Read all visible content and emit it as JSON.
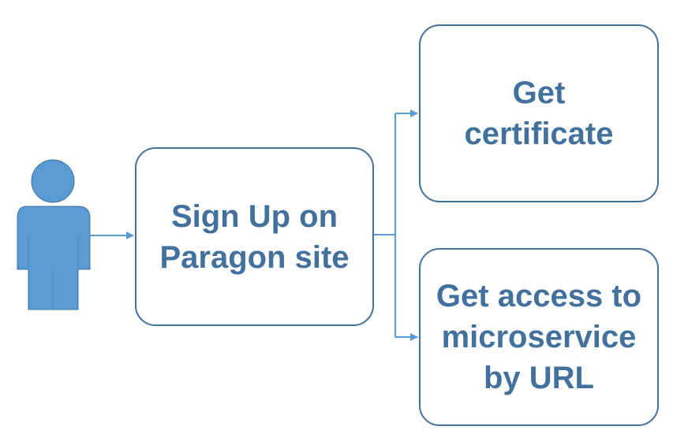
{
  "diagram": {
    "nodes": {
      "signup": {
        "label": "Sign Up on\nParagon site"
      },
      "certificate": {
        "label": "Get\ncertificate"
      },
      "access": {
        "label": "Get access to\nmicroservice\nby URL"
      }
    },
    "edges": [
      {
        "from": "user",
        "to": "signup"
      },
      {
        "from": "signup",
        "to": "certificate"
      },
      {
        "from": "signup",
        "to": "access"
      }
    ],
    "colors": {
      "accent": "#41719c",
      "connector": "#5b9bd5",
      "person": "#5b9bd5",
      "person_outline": "#41719c"
    },
    "icons": {
      "actor": "person-icon"
    }
  }
}
